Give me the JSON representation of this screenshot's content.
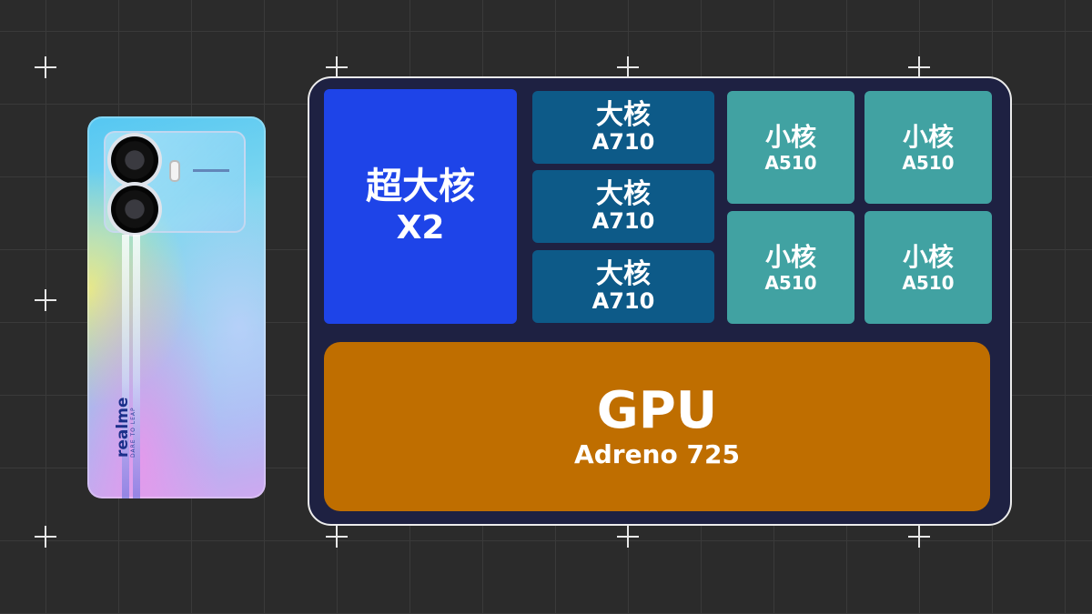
{
  "phone": {
    "brand": "realme",
    "slogan": "DARE TO LEAP"
  },
  "chip": {
    "prime_core": {
      "name": "超大核",
      "model": "X2"
    },
    "big_cores": [
      {
        "name": "大核",
        "model": "A710"
      },
      {
        "name": "大核",
        "model": "A710"
      },
      {
        "name": "大核",
        "model": "A710"
      }
    ],
    "little_cores": [
      {
        "name": "小核",
        "model": "A510"
      },
      {
        "name": "小核",
        "model": "A510"
      },
      {
        "name": "小核",
        "model": "A510"
      },
      {
        "name": "小核",
        "model": "A510"
      }
    ],
    "gpu": {
      "name": "GPU",
      "model": "Adreno 725"
    }
  },
  "colors": {
    "background": "#2b2b2b",
    "chip_panel": "#1e2142",
    "prime_core": "#1e44e8",
    "big_core": "#0d5a88",
    "little_core": "#41a2a2",
    "gpu": "#bf6e00"
  }
}
